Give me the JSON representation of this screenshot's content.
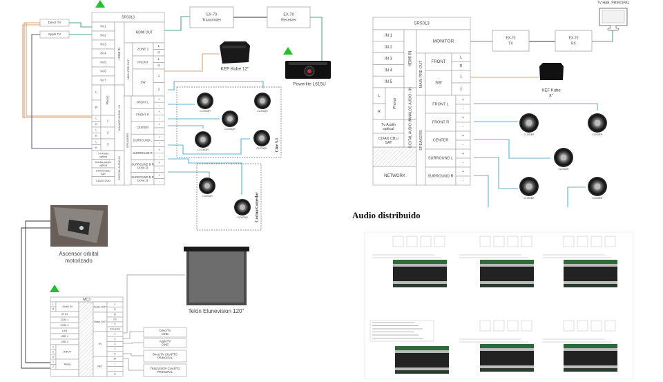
{
  "colors": {
    "hdmi": "#4aa58e",
    "audio": "#d8a070",
    "optical": "#6b5a78",
    "speaker": "#5fb3c8",
    "triangle": "#22c02a",
    "line": "#888888"
  },
  "sources": {
    "direct_tv": "Direct TV",
    "apple_tv": "Apple TV"
  },
  "receiver_left": {
    "title": "SRS013",
    "hdmi_in": "HDMI IN",
    "inputs": [
      "IN 1",
      "IN 2",
      "IN 3",
      "IN 4",
      "IN 5",
      "IN 6",
      "IN 7"
    ],
    "hdmi_out": "HDMI OUT",
    "main_pre_out": "MAIN PRE OUT",
    "zone2": "ZONE 2",
    "front": "FRONT",
    "sw": "SW",
    "lr": [
      "L",
      "R"
    ],
    "sw_ports": [
      "1",
      "2"
    ],
    "analog_label": "ANALOG AUDIO - IN",
    "phono": "Phono",
    "analog_groups": [
      "1",
      "2",
      "3"
    ],
    "digital_label": "DIGITAL AUDIO IN",
    "digital_inputs": [
      "Tv Audio optical",
      "Media player optical",
      "COAX CBL/ SAT",
      "COAX DVD"
    ],
    "speakers_label": "SPEAKERS",
    "speaker_outputs": [
      "FRONT L",
      "FRONT R",
      "CENTER",
      "SURROUND L",
      "SURROUND R",
      "SURROUND B R (zona 2)",
      "SURROUND B R (zona 2)"
    ],
    "polarity": [
      "+",
      "-"
    ]
  },
  "transmitter": {
    "title": "EX-70",
    "subtitle": "Transmitter"
  },
  "receiver_ext": {
    "title": "EX-70",
    "subtitle": "Receiver"
  },
  "kef_12": "KEF Kube 12\"",
  "projector": "Powerlite L615U",
  "speaker_model": "CL000QR",
  "zone_cine": "Cine 5.1",
  "zone_cocina": "Cocina/Comedor",
  "receiver_right": {
    "title": "SRS013",
    "hdmi_in": "HDMI IN",
    "inputs": [
      "IN 1",
      "IN 2",
      "IN 3",
      "IN 4",
      "IN 5"
    ],
    "monitor": "MONITOR",
    "main_pre_out": "MAIN PRE-OUT",
    "front": "FRONT",
    "sw": "SW",
    "lr": [
      "L",
      "R"
    ],
    "sw_ports": [
      "1",
      "2"
    ],
    "analog_label": "ANALOG AUDIO - IN",
    "phono": "Phono",
    "digital_label": "DIGITAL AUDIO IN",
    "digital_inputs": [
      "Tv Audio optical",
      "COAX CBL/ SAT"
    ],
    "network": "NETWORK",
    "speakers_label": "SPEAKERS",
    "speaker_outputs": [
      "FRONT L",
      "FRONT R",
      "CENTER",
      "SURROUND L",
      "SURROUND R"
    ],
    "polarity": [
      "+",
      "-"
    ]
  },
  "tx_right": {
    "title": "EX-70",
    "subtitle": "TX"
  },
  "rx_right": {
    "title": "EX-70",
    "subtitle": "RX"
  },
  "tv_label": "TV HAB. PRINCIPAL",
  "kef_8": [
    "KEF Kube",
    "8\""
  ],
  "speaker_model_right": "CL000ER",
  "ascensor": [
    "Ascensor orbital",
    "motorizado"
  ],
  "screen": "Telón Elunevision 120\"",
  "mc3": {
    "title": "MC3",
    "audio_in": "Audio IN",
    "left_rows": [
      "IR IN",
      "COM 1",
      "COM 2",
      "LAN",
      "USB 1",
      "USB 2"
    ],
    "input": "INPUT",
    "input_ports": [
      "1",
      "2",
      "G"
    ],
    "relay": "Relay",
    "relay_ports": [
      "1",
      "2"
    ],
    "audio_out": "Audio OUT",
    "video_out": "Video OUT",
    "video_ports": [
      "Pr",
      "Pb",
      "Y",
      "Convertor"
    ],
    "ir": "IR",
    "ir_ports": [
      "1",
      "2",
      "3",
      "4",
      "5"
    ],
    "net": "NET",
    "net_ports": [
      "24",
      "+",
      "-",
      "G"
    ],
    "lr": [
      "L",
      "R"
    ]
  },
  "ir_targets": [
    "DirectTV CINE",
    "AppleTV CINE",
    "DirectTV CUARTO PRINCIPAL",
    "TELEVISOR CUARTO PRINCIPAL"
  ],
  "audio_distribuido": "Audio distribuido"
}
